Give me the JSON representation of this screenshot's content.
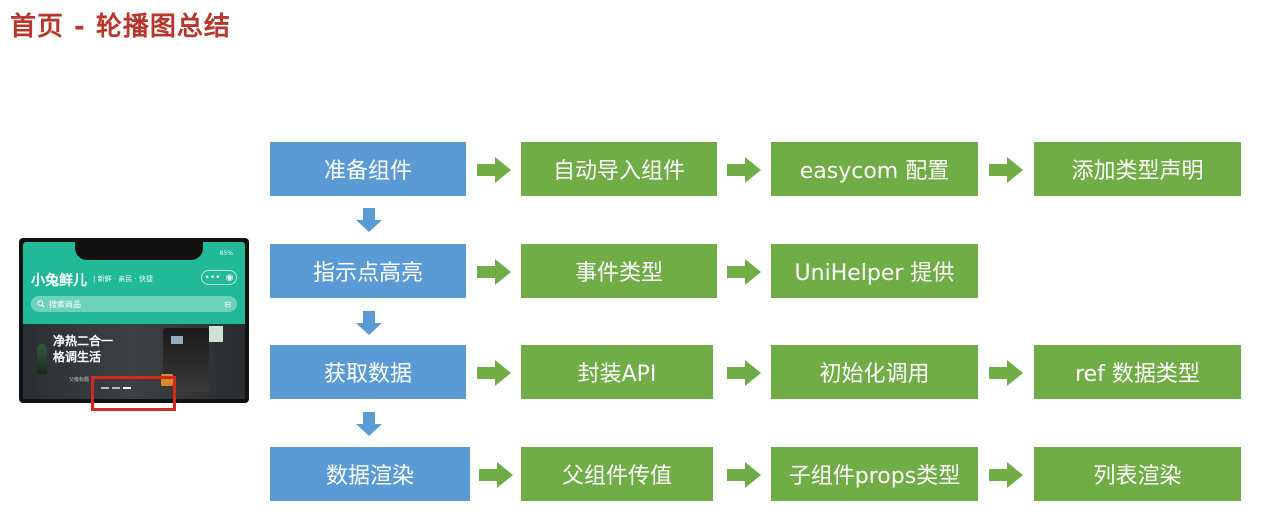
{
  "title": "首页 - 轮播图总结",
  "colors": {
    "blue": "#5b9bd5",
    "green": "#70ad47",
    "title": "#b8372a",
    "highlight": "#d42a1e"
  },
  "rows": [
    {
      "main": "准备组件",
      "steps": [
        "自动导入组件",
        "easycom 配置",
        "添加类型声明"
      ]
    },
    {
      "main": "指示点高亮",
      "steps": [
        "事件类型",
        "UniHelper 提供"
      ]
    },
    {
      "main": "获取数据",
      "steps": [
        "封装API",
        "初始化调用",
        "ref 数据类型"
      ]
    },
    {
      "main": "数据渲染",
      "steps": [
        "父组件传值",
        "子组件props类型",
        "列表渲染"
      ]
    }
  ],
  "phone": {
    "battery": "85%",
    "brand": "小兔鲜儿",
    "slogan": "| 新鲜 · 亲民 · 快捷",
    "capsule_menu": "•••",
    "capsule_close": "◉",
    "search_icon": "search-icon",
    "search_placeholder": "搜索商品",
    "scan_icon": "scan-icon",
    "banner_line1": "净热二合一",
    "banner_line2": "格调生活",
    "banner_small": "父级标题"
  }
}
